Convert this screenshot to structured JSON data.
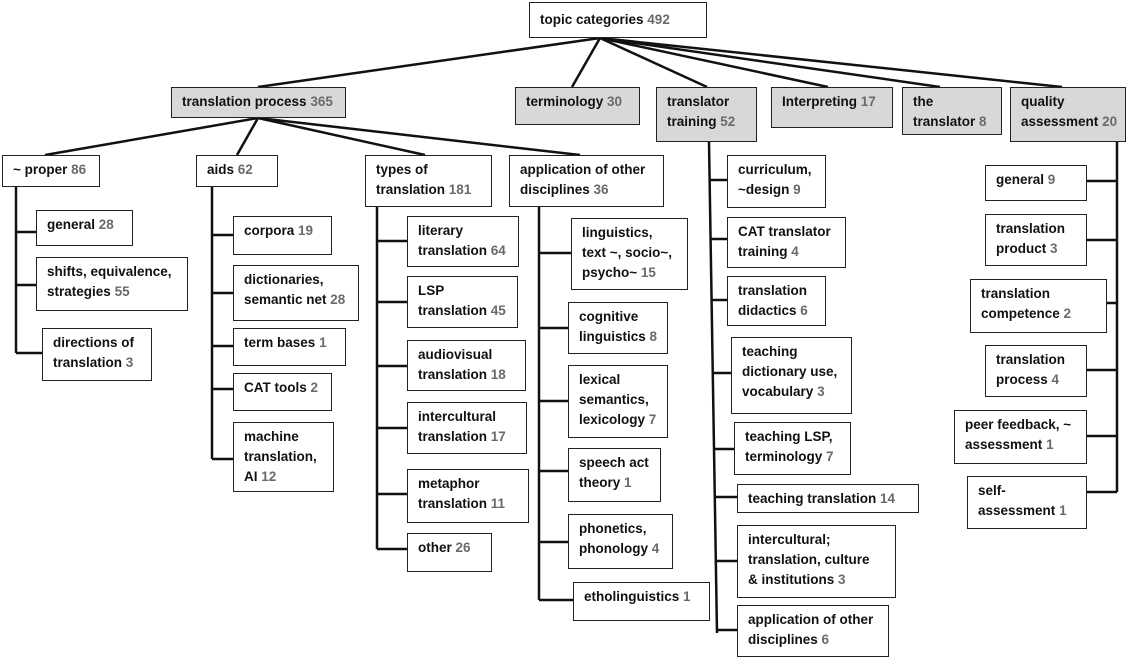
{
  "root": {
    "label": "topic categories",
    "count": "492"
  },
  "translation_process": {
    "label": "translation process",
    "count": "365",
    "children": {
      "proper": {
        "label": "~ proper",
        "count": "86",
        "items": [
          {
            "label": "general",
            "count": "28"
          },
          {
            "label": "shifts, equivalence,\nstrategies",
            "count": "55"
          },
          {
            "label": "directions of\ntranslation",
            "count": "3"
          }
        ]
      },
      "aids": {
        "label": "aids",
        "count": "62",
        "items": [
          {
            "label": "corpora",
            "count": "19"
          },
          {
            "label": "dictionaries,\nsemantic net",
            "count": "28"
          },
          {
            "label": "term bases",
            "count": "1"
          },
          {
            "label": "CAT tools",
            "count": "2"
          },
          {
            "label": "machine\ntranslation,\nAI",
            "count": "12"
          }
        ]
      },
      "types": {
        "label": "types of\ntranslation",
        "count": "181",
        "items": [
          {
            "label": "literary\ntranslation",
            "count": "64"
          },
          {
            "label": "LSP\ntranslation",
            "count": "45"
          },
          {
            "label": "audiovisual\ntranslation",
            "count": "18"
          },
          {
            "label": "intercultural\ntranslation",
            "count": "17"
          },
          {
            "label": "metaphor\ntranslation",
            "count": "11"
          },
          {
            "label": "other",
            "count": "26"
          }
        ]
      },
      "other_disciplines": {
        "label": "application of other\ndisciplines",
        "count": "36",
        "items": [
          {
            "label": "linguistics,\ntext ~,  socio~,\npsycho~",
            "count": "15"
          },
          {
            "label": "cognitive\nlinguistics",
            "count": "8"
          },
          {
            "label": "lexical\nsemantics,\nlexicology",
            "count": "7"
          },
          {
            "label": "speech act\ntheory",
            "count": "1"
          },
          {
            "label": "phonetics,\nphonology",
            "count": "4"
          },
          {
            "label": "etholinguistics",
            "count": "1"
          }
        ]
      }
    }
  },
  "terminology": {
    "label": "terminology",
    "count": "30"
  },
  "translator_training": {
    "label": "translator\ntraining",
    "count": "52",
    "items": [
      {
        "label": "curriculum,\n~design",
        "count": "9"
      },
      {
        "label": "CAT translator\ntraining",
        "count": "4"
      },
      {
        "label": "translation\ndidactics",
        "count": "6"
      },
      {
        "label": "teaching\ndictionary use,\nvocabulary",
        "count": "3"
      },
      {
        "label": "teaching LSP,\nterminology",
        "count": "7"
      },
      {
        "label": "teaching translation",
        "count": "14"
      },
      {
        "label": "intercultural;\ntranslation, culture\n& institutions",
        "count": "3"
      },
      {
        "label": "application of other\ndisciplines",
        "count": "6"
      }
    ]
  },
  "interpreting": {
    "label": "Interpreting",
    "count": "17"
  },
  "the_translator": {
    "label": "the\ntranslator",
    "count": "8"
  },
  "quality_assessment": {
    "label": "quality\nassessment",
    "count": "20",
    "items": [
      {
        "label": "general",
        "count": "9"
      },
      {
        "label": "translation\nproduct",
        "count": "3"
      },
      {
        "label": "translation\ncompetence",
        "count": "2"
      },
      {
        "label": "translation\nprocess",
        "count": "4"
      },
      {
        "label": "peer feedback, ~\nassessment",
        "count": "1"
      },
      {
        "label": "self-\nassessment",
        "count": "1"
      }
    ]
  }
}
